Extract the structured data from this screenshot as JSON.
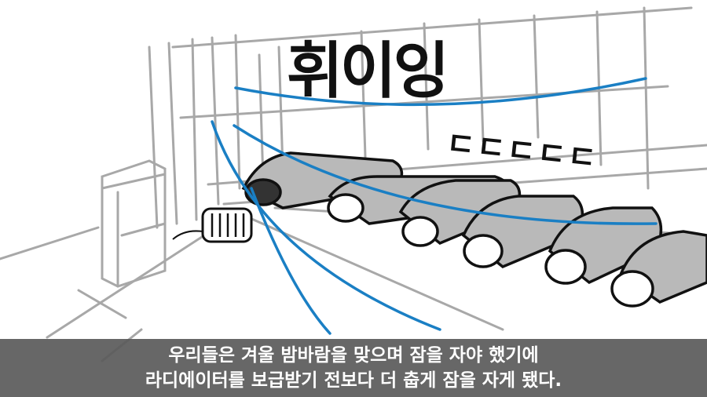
{
  "illustration": {
    "sound_effect_wind": "휘이잉",
    "sound_effect_shiver": "ㄷㄷㄷㄷㄷ",
    "colors": {
      "wind": "#1a7fc4",
      "sketch": "#a8a8a8",
      "sleeping_bag": "#b9b9b9",
      "outline": "#111111"
    }
  },
  "subtitle": {
    "lines": [
      "우리들은 겨울 밤바람을 맞으며 잠을 자야 했기에",
      "라디에이터를 보급받기 전보다 더 춥게 잠을 자게 됐다."
    ]
  }
}
